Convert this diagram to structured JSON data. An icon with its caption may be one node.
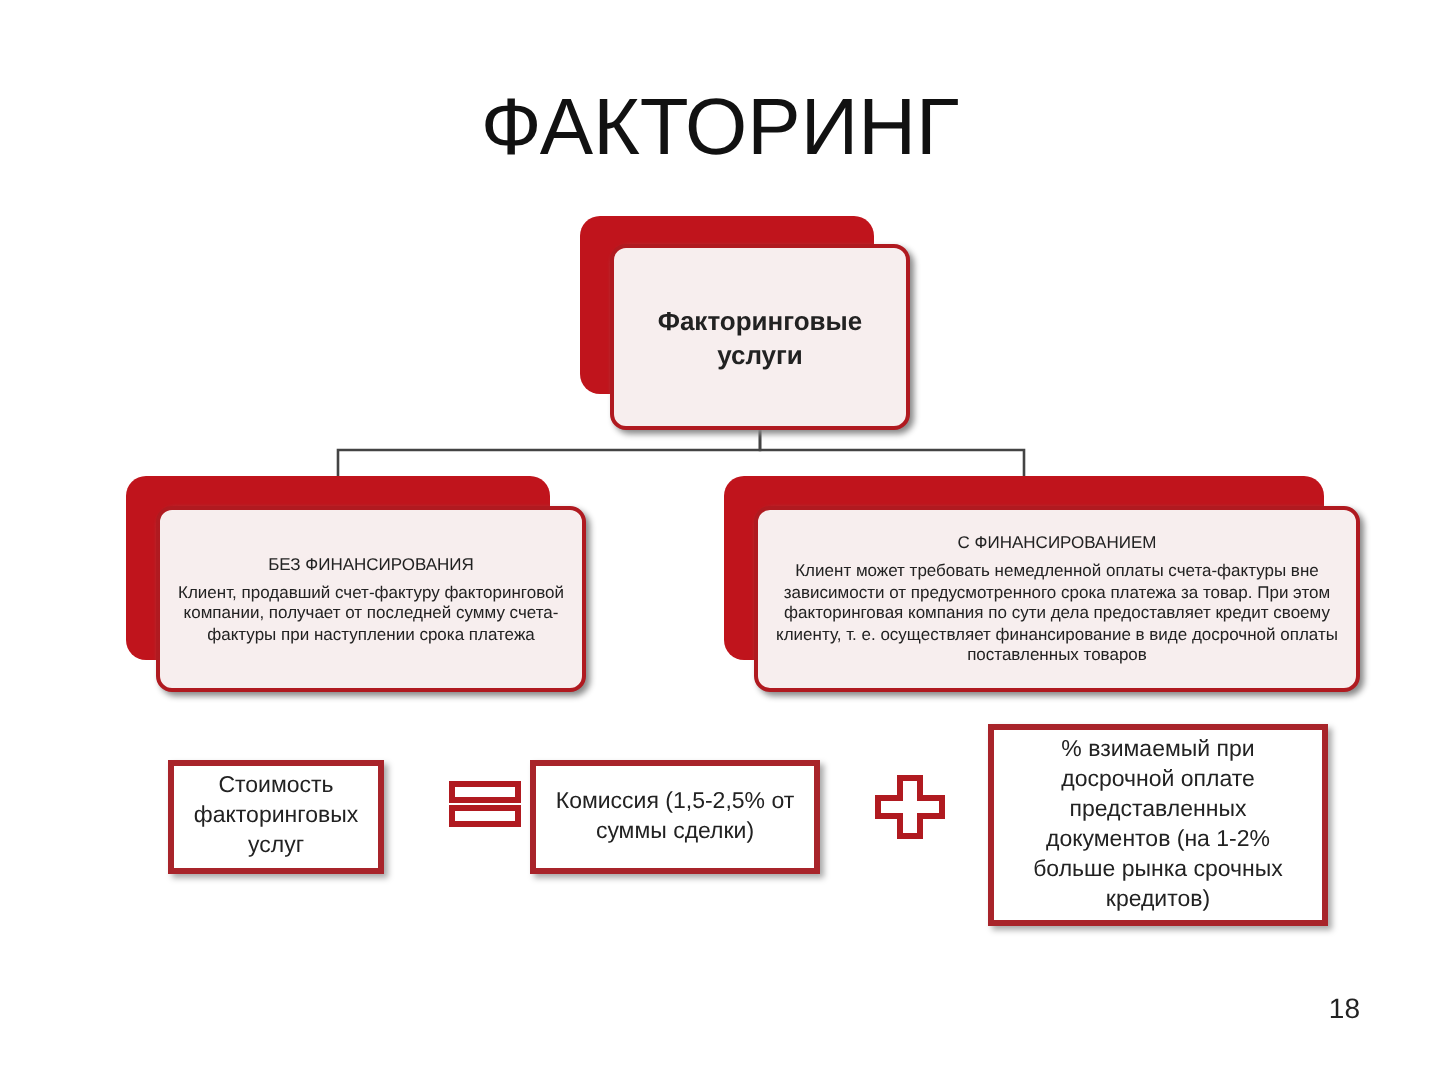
{
  "diagram": {
    "title": "ФАКТОРИНГ",
    "nodes": [
      {
        "text": [
          "Факторинговые услуги"
        ]
      },
      {
        "text": [
          "БЕЗ ФИНАНСИРОВАНИЯ",
          "Клиент, продавший счет-фактуру факторинговой компании, получает от последней сумму счета-фактуры при наступлении срока платежа"
        ]
      },
      {
        "text": [
          "С ФИНАНСИРОВАНИЕМ",
          "Клиент может требовать немедленной оплаты счета-фактуры вне зависимости от предусмотренного срока платежа за товар. При этом факторинговая компания по сути дела предоставляет кредит своему клиенту, т. е. осуществляет финансирование в виде досрочной оплаты поставленных товаров"
        ]
      },
      {
        "text": [
          "Стоимость факторинговых услуг"
        ]
      },
      {
        "text": [
          "Комиссия (1,5-2,5% от суммы сделки)"
        ]
      },
      {
        "text": [
          "% взимаемый при досрочной оплате представленных документов (на 1-2% больше рынка срочных кредитов)"
        ]
      }
    ],
    "edges": [
      {
        "from": 0,
        "to": 1,
        "arrow": "none"
      },
      {
        "from": 0,
        "to": 2,
        "arrow": "none"
      }
    ],
    "labels": [
      "18"
    ]
  }
}
